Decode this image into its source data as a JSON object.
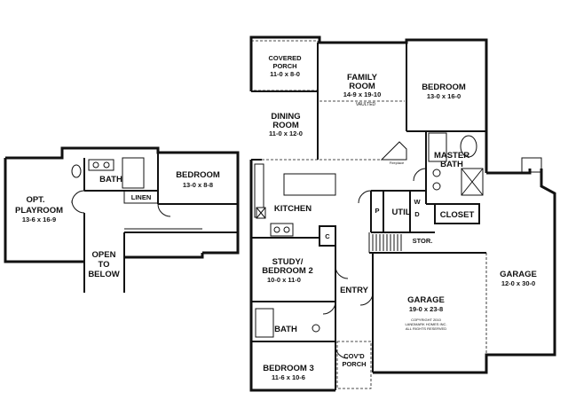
{
  "upper_floor": {
    "playroom": {
      "name_line1": "OPT.",
      "name_line2": "PLAYROOM",
      "dims": "13-6 x 16-9"
    },
    "bath": {
      "name": "BATH"
    },
    "linen": {
      "name": "LINEN"
    },
    "bedroom": {
      "name": "BEDROOM",
      "dims": "13-0 x 8-8"
    },
    "open_to_below": {
      "line1": "OPEN",
      "line2": "TO",
      "line3": "BELOW"
    }
  },
  "main_floor": {
    "covered_porch": {
      "name_line1": "COVERED",
      "name_line2": "PORCH",
      "dims": "11-0 x 8-0"
    },
    "family_room": {
      "name_line1": "FAMILY",
      "name_line2": "ROOM",
      "dims": "14-9 x 19-10",
      "note": "VAULTED"
    },
    "bedroom": {
      "name": "BEDROOM",
      "dims": "13-0 x 16-0"
    },
    "dining_room": {
      "name_line1": "DINING",
      "name_line2": "ROOM",
      "dims": "11-0 x 12-0"
    },
    "fireplace": {
      "name": "Fireplace"
    },
    "master_bath": {
      "name_line1": "MASTER",
      "name_line2": "BATH"
    },
    "kitchen": {
      "name": "KITCHEN"
    },
    "pantry": {
      "name": "P"
    },
    "util": {
      "name": "UTIL"
    },
    "washer": {
      "name": "W"
    },
    "dryer": {
      "name": "D"
    },
    "closet": {
      "name": "CLOSET"
    },
    "coat_closet": {
      "name": "C"
    },
    "study": {
      "name_line1": "STUDY/",
      "name_line2": "BEDROOM 2",
      "dims": "10-0 x 11-0"
    },
    "storage": {
      "name": "STOR."
    },
    "entry": {
      "name": "ENTRY"
    },
    "garage_main": {
      "name": "GARAGE",
      "dims": "19-0 x 23-8"
    },
    "garage_side": {
      "name": "GARAGE",
      "dims": "12-0 x 30-0"
    },
    "bath": {
      "name": "BATH"
    },
    "bedroom3": {
      "name": "BEDROOM 3",
      "dims": "11-6 x 10-6"
    },
    "covd_porch": {
      "name_line1": "COV'D",
      "name_line2": "PORCH"
    },
    "copyright": {
      "line1": "COPYRIGHT 2010",
      "line2": "LANDMARK HOMES INC.",
      "line3": "ALL RIGHTS RESERVED"
    }
  }
}
